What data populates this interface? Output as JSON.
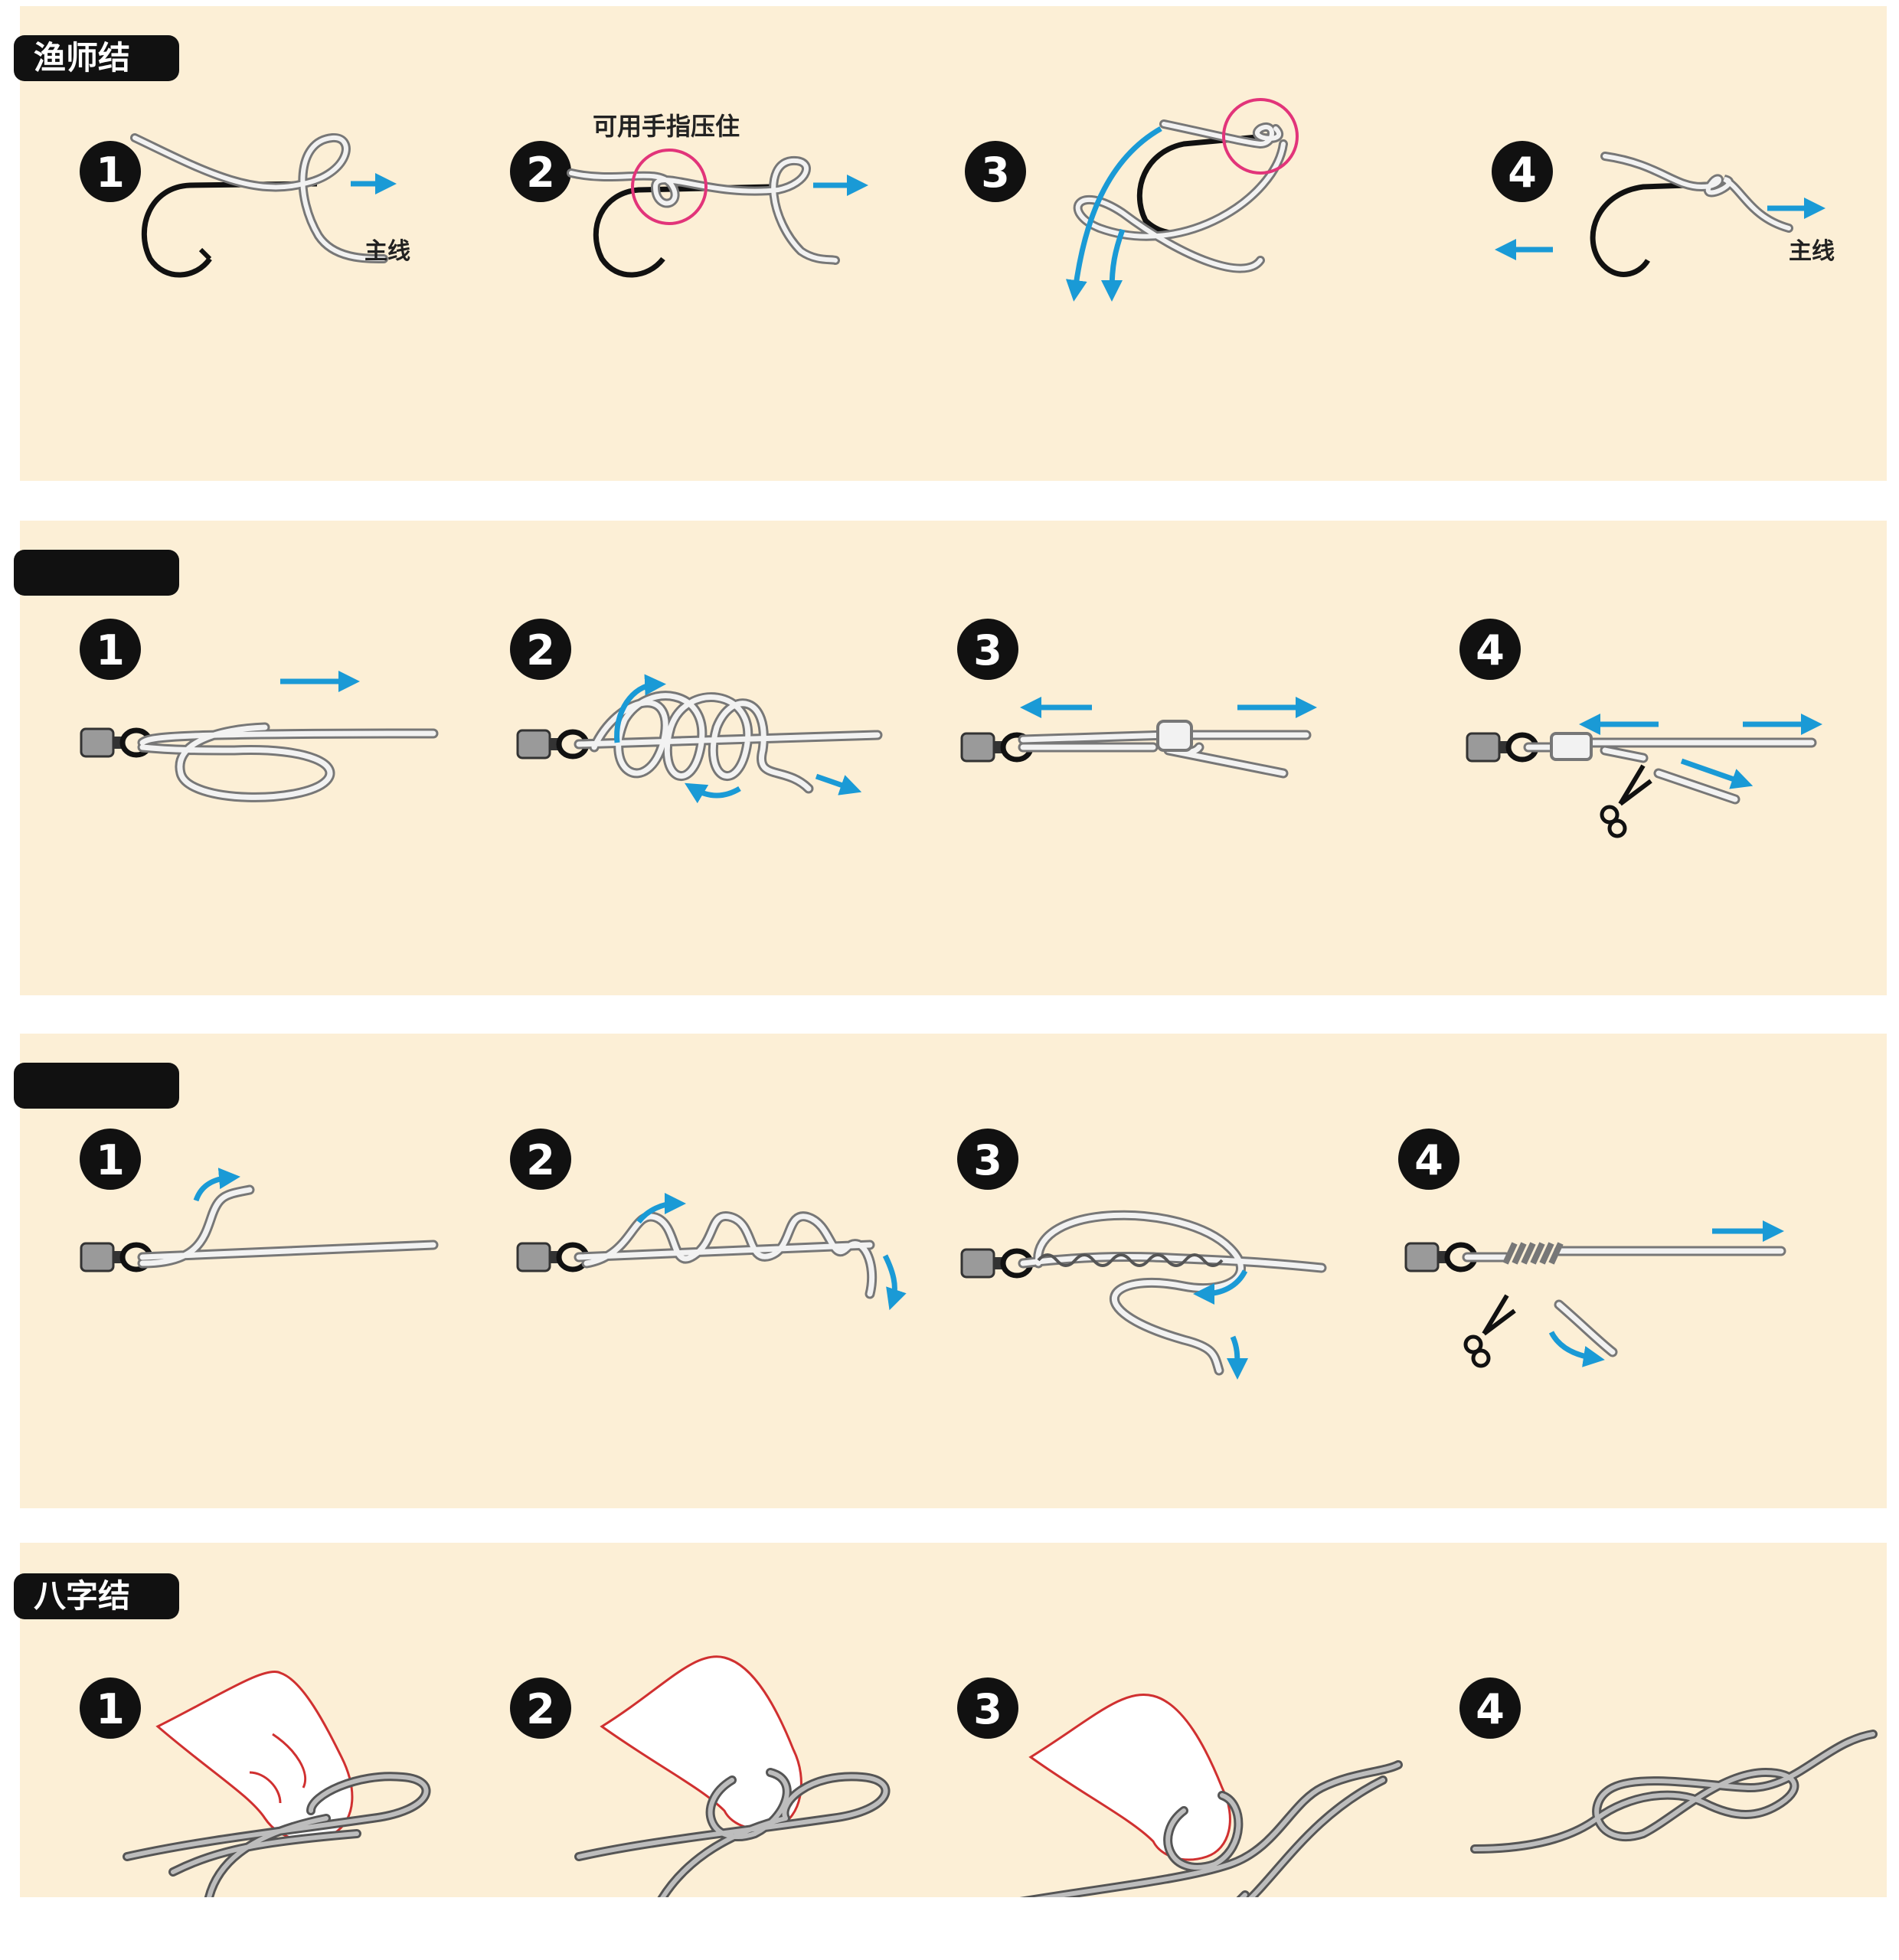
{
  "colors": {
    "panel_bg": "#fcefd6",
    "line_fill": "#f2f2f2",
    "line_stroke": "#707070",
    "arrow": "#1a9ad6",
    "highlight": "#e2347a",
    "hook": "#111111"
  },
  "sections": [
    {
      "title": "渔师结",
      "steps": [
        {
          "number": "1",
          "labels": [
            "主线"
          ]
        },
        {
          "number": "2",
          "labels": [
            "可用手指压住"
          ]
        },
        {
          "number": "3",
          "labels": []
        },
        {
          "number": "4",
          "labels": [
            "主线"
          ]
        }
      ]
    },
    {
      "title": "",
      "steps": [
        {
          "number": "1"
        },
        {
          "number": "2"
        },
        {
          "number": "3"
        },
        {
          "number": "4",
          "icon": "scissors-icon"
        }
      ]
    },
    {
      "title": "",
      "steps": [
        {
          "number": "1"
        },
        {
          "number": "2"
        },
        {
          "number": "3"
        },
        {
          "number": "4",
          "icon": "scissors-icon"
        }
      ]
    },
    {
      "title": "八字结",
      "steps": [
        {
          "number": "1"
        },
        {
          "number": "2"
        },
        {
          "number": "3"
        },
        {
          "number": "4"
        }
      ]
    }
  ]
}
